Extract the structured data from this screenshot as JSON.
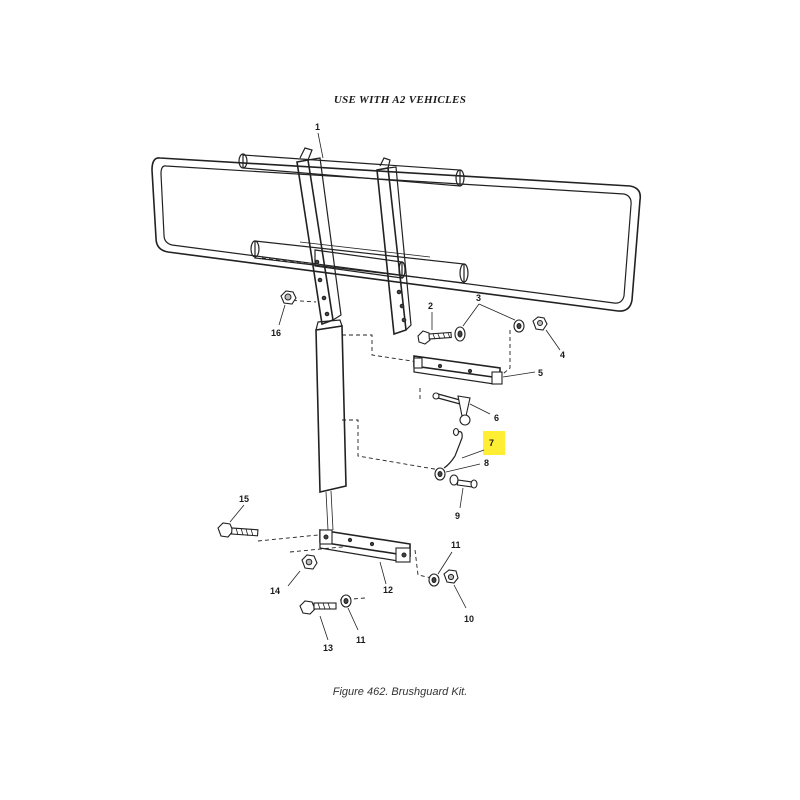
{
  "header": {
    "title": "USE WITH A2 VEHICLES"
  },
  "figure": {
    "caption": "Figure 462.  Brushguard Kit."
  },
  "callouts": {
    "c1": "1",
    "c2": "2",
    "c3": "3",
    "c4": "4",
    "c5": "5",
    "c6": "6",
    "c7": "7",
    "c8": "8",
    "c9": "9",
    "c10": "10",
    "c11a": "11",
    "c11b": "11",
    "c12": "12",
    "c13": "13",
    "c14": "14",
    "c15": "15",
    "c16": "16"
  },
  "highlight": {
    "callout": "7",
    "color": "#ffee33"
  }
}
